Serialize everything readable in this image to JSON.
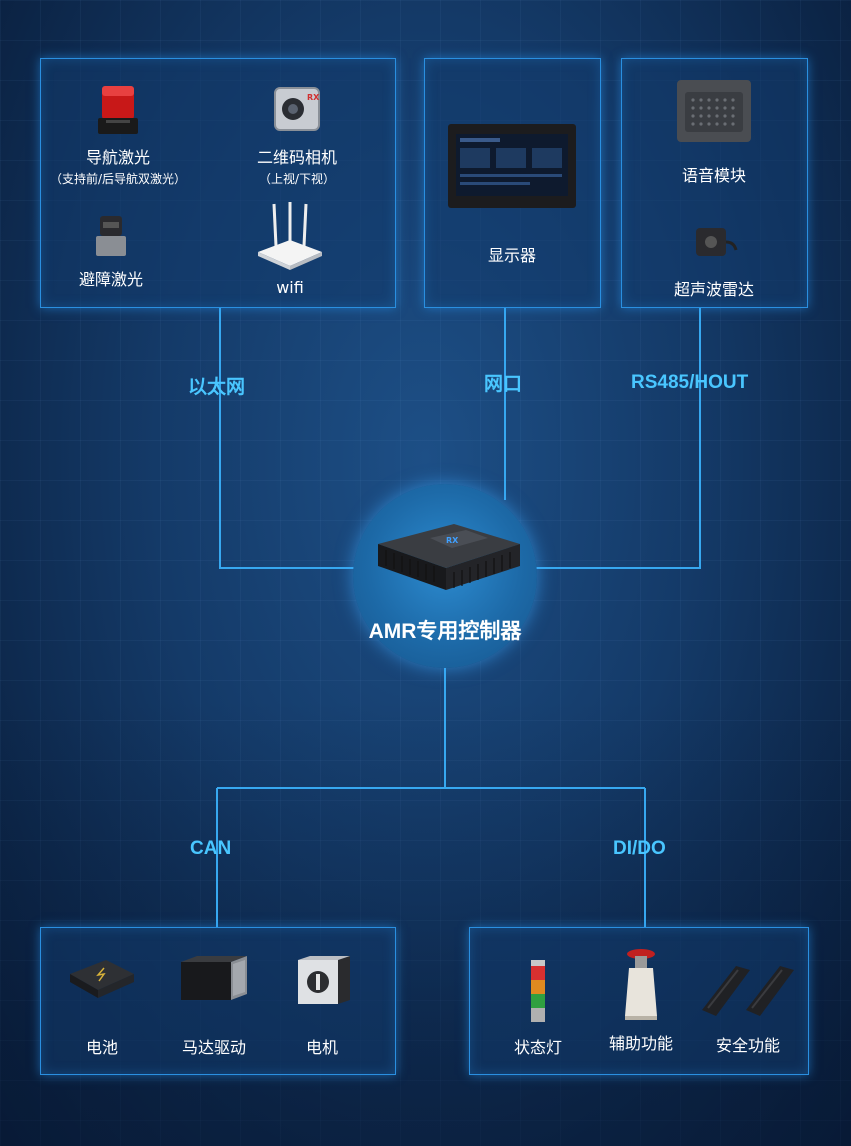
{
  "top_boxes": {
    "sensors": {
      "nav_laser": {
        "label": "导航激光",
        "sub": "（支持前/后导航双激光）"
      },
      "qr_camera": {
        "label": "二维码相机",
        "sub": "（上视/下视）"
      },
      "obstacle_laser": {
        "label": "避障激光"
      },
      "wifi": {
        "label": "wifi"
      }
    },
    "display": {
      "label": "显示器"
    },
    "audio": {
      "voice": {
        "label": "语音模块"
      },
      "ultrasonic": {
        "label": "超声波雷达"
      }
    }
  },
  "connections": {
    "ethernet": "以太网",
    "network_port": "网口",
    "rs485": "RS485/HOUT",
    "can": "CAN",
    "dido": "DI/DO"
  },
  "center": {
    "label": "AMR专用控制器"
  },
  "bottom_boxes": {
    "can_group": {
      "battery": {
        "label": "电池"
      },
      "motor_driver": {
        "label": "马达驱动"
      },
      "motor": {
        "label": "电机"
      }
    },
    "io_group": {
      "status_light": {
        "label": "状态灯"
      },
      "auxiliary": {
        "label": "辅助功能"
      },
      "safety": {
        "label": "安全功能"
      }
    }
  },
  "colors": {
    "line": "#37a8f0",
    "label_accent": "#49c6ff",
    "box_border": "#2a8fe0"
  }
}
